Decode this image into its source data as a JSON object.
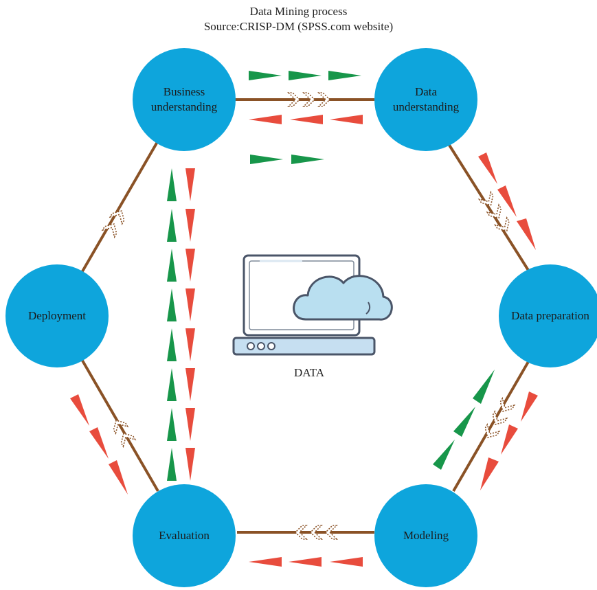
{
  "title": "Data Mining process",
  "subtitle": "Source:CRISP-DM (SPSS.com website)",
  "center_label": "DATA",
  "colors": {
    "node": "#0ea5dc",
    "connector": "#8a5226",
    "arrow_green": "#17964a",
    "arrow_red": "#e84c3d",
    "laptop_outline": "#4a5568",
    "cloud_fill": "#b9dff0"
  },
  "nodes": [
    {
      "id": "business-understanding",
      "label": "Business understanding"
    },
    {
      "id": "data-understanding",
      "label": "Data understanding"
    },
    {
      "id": "data-preparation",
      "label": "Data preparation"
    },
    {
      "id": "modeling",
      "label": "Modeling"
    },
    {
      "id": "evaluation",
      "label": "Evaluation"
    },
    {
      "id": "deployment",
      "label": "Deployment"
    }
  ],
  "icons": [
    "laptop-icon",
    "cloud-icon"
  ]
}
